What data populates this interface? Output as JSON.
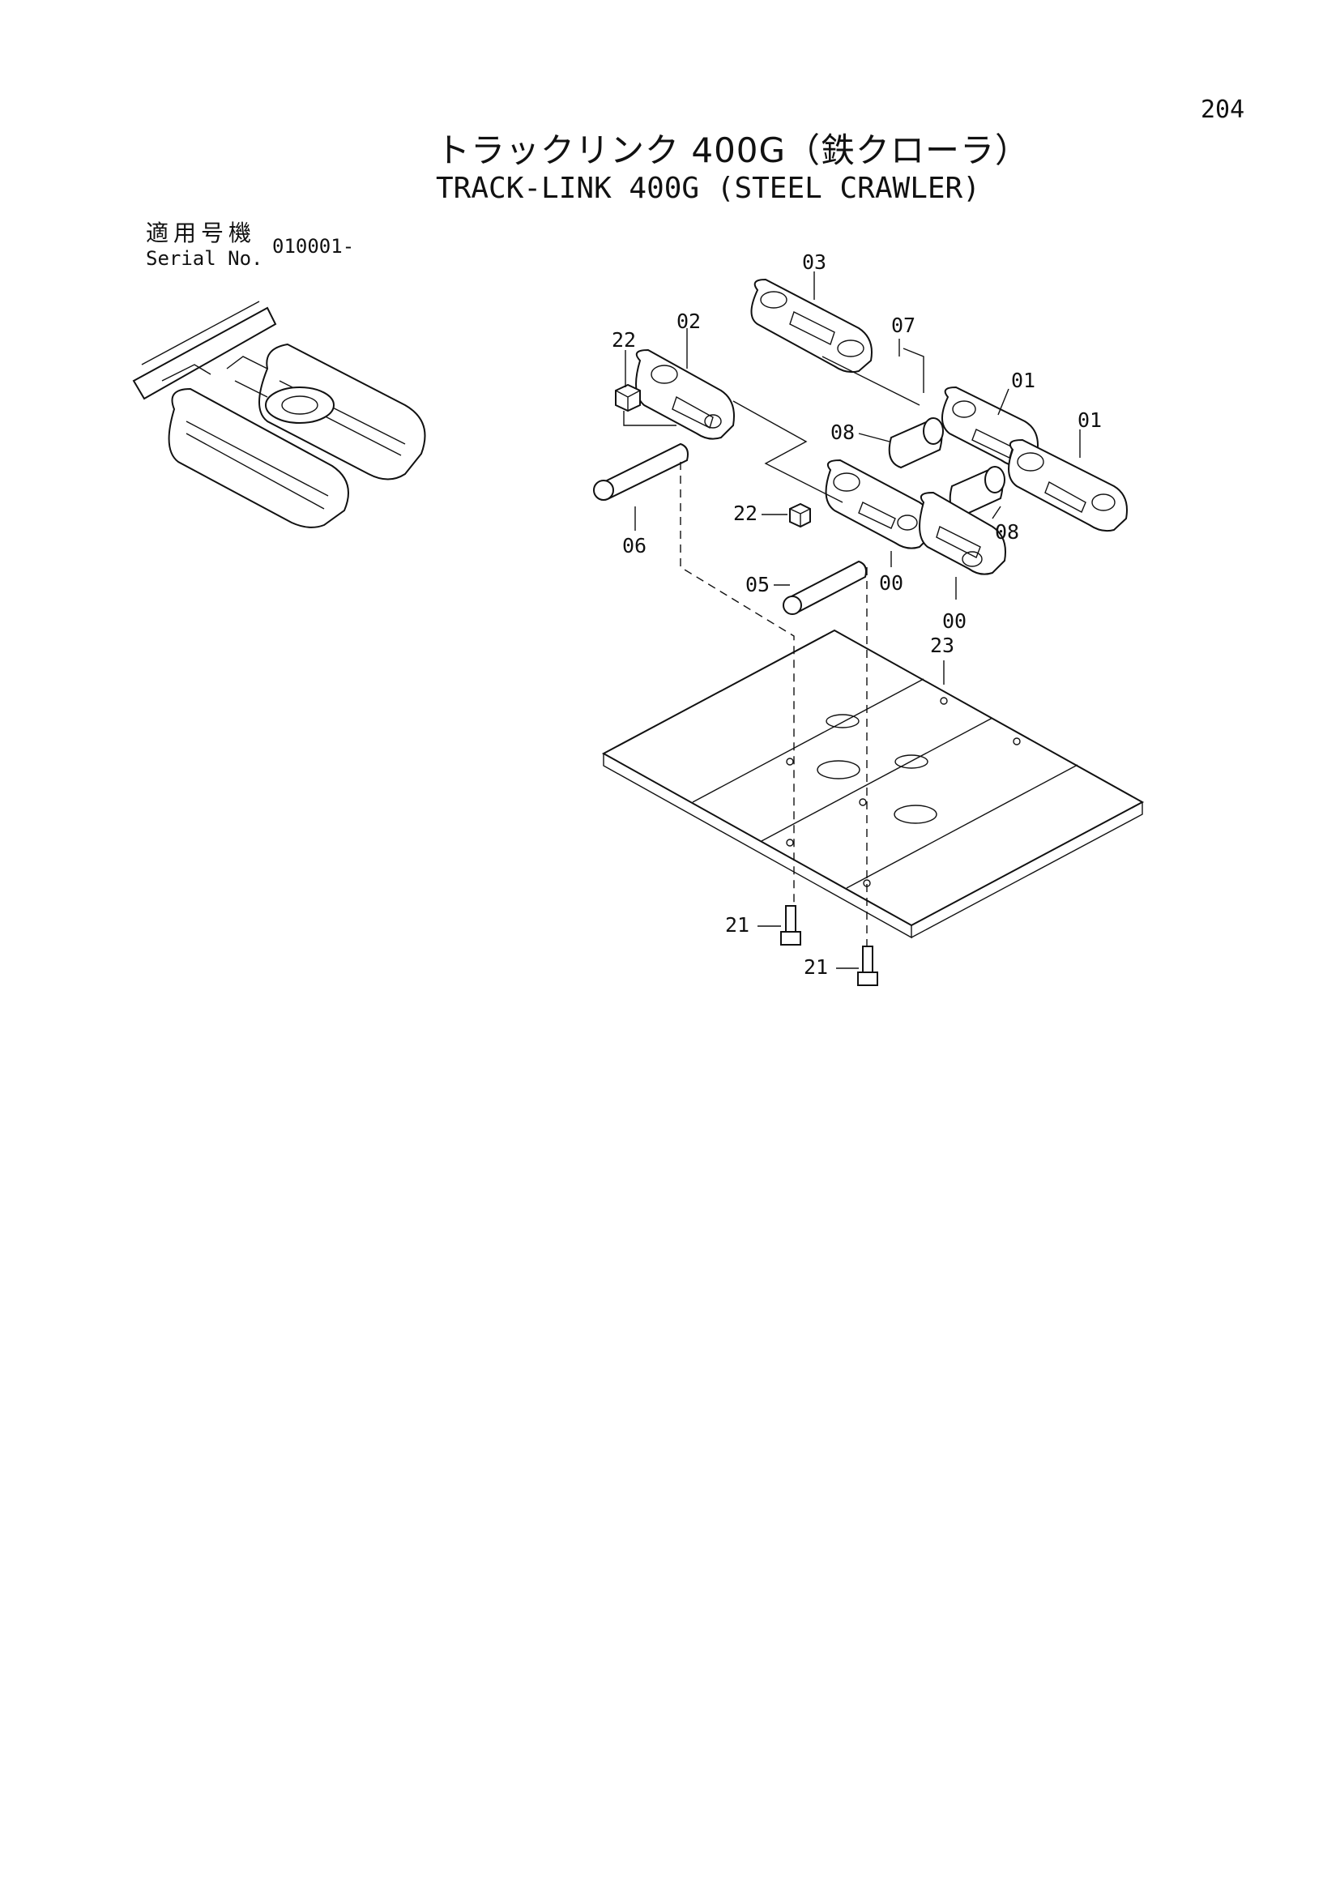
{
  "page_number": "204",
  "title_jp": "トラックリンク 400G（鉄クローラ）",
  "title_en": "TRACK-LINK 400G (STEEL CRAWLER)",
  "serial_label_jp": "適用号機",
  "serial_label_en": "Serial No.",
  "serial_value": "010001-",
  "callouts": {
    "c03": "03",
    "c07": "07",
    "c02": "02",
    "c22a": "22",
    "c01a": "01",
    "c01b": "01",
    "c08a": "08",
    "c08b": "08",
    "c22b": "22",
    "c06": "06",
    "c05": "05",
    "c00a": "00",
    "c00b": "00",
    "c23": "23",
    "c21a": "21",
    "c21b": "21"
  }
}
